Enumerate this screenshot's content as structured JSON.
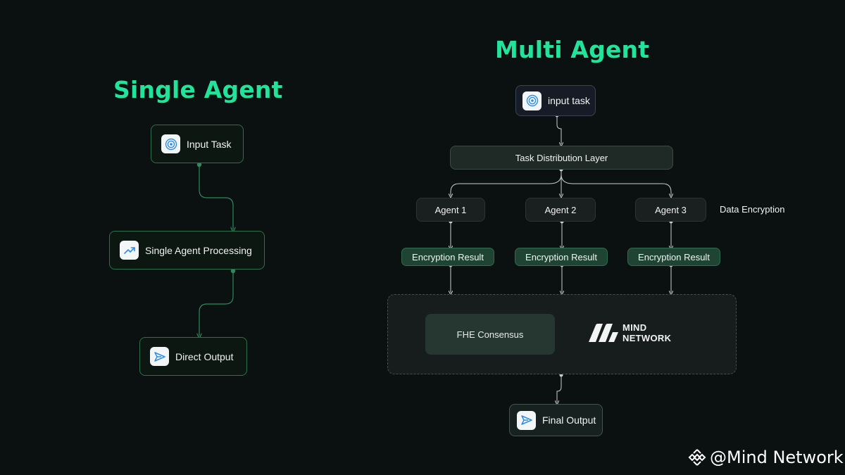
{
  "single": {
    "title": "Single Agent",
    "input": "Input Task",
    "processing": "Single Agent Processing",
    "output": "Direct Output"
  },
  "multi": {
    "title": "Multi Agent",
    "input": "input task",
    "distribution": "Task Distribution Layer",
    "agents": [
      "Agent 1",
      "Agent 2",
      "Agent 3"
    ],
    "data_encryption": "Data Encryption",
    "results": [
      "Encryption Result",
      "Encryption Result",
      "Encryption Result"
    ],
    "consensus": "FHE Consensus",
    "brand_line1": "MIND",
    "brand_line2": "NETWORK",
    "output": "Final Output"
  },
  "watermark": "@Mind Network",
  "icons": {
    "input": "target-icon",
    "processing": "trend-up-icon",
    "output": "send-icon"
  },
  "colors": {
    "accent": "#21e39a",
    "background": "#0b1010",
    "icon_blue": "#2f8de4"
  }
}
